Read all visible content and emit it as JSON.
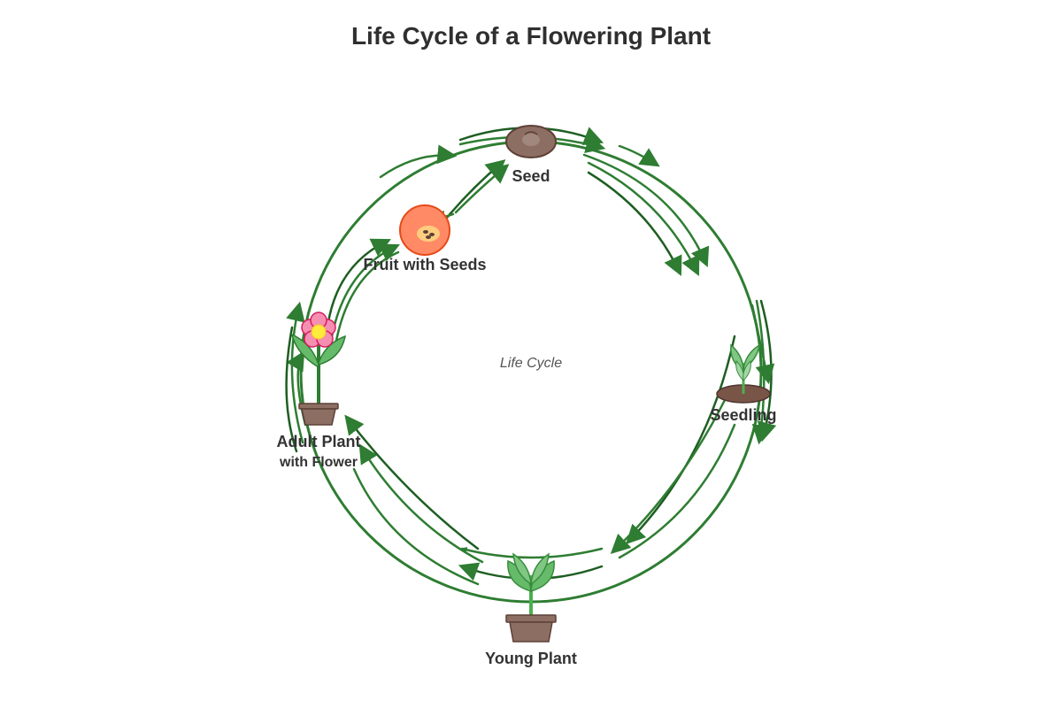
{
  "title": "Life Cycle of a Flowering Plant",
  "center_label": "Life Cycle",
  "stages": {
    "seed": {
      "label": "Seed"
    },
    "seedling": {
      "label": "Seedling"
    },
    "young_plant": {
      "label": "Young Plant"
    },
    "adult_plant": {
      "label": "Adult Plant",
      "sublabel": "with Flower"
    },
    "fruit": {
      "label": "Fruit with Seeds"
    }
  },
  "colors": {
    "arrow_dark": "#1e5e22",
    "arrow": "#2e7d32",
    "leaf": "#66bb6a",
    "leaf_dark": "#388e3c",
    "seed": "#8d6e63",
    "pot": "#8d6e63",
    "fruit": "#ff8a65",
    "flower": "#f48fb1",
    "flower_center": "#ffeb3b"
  },
  "icons": [
    "seed-icon",
    "seedling-icon",
    "young-plant-icon",
    "adult-plant-icon",
    "fruit-icon"
  ]
}
